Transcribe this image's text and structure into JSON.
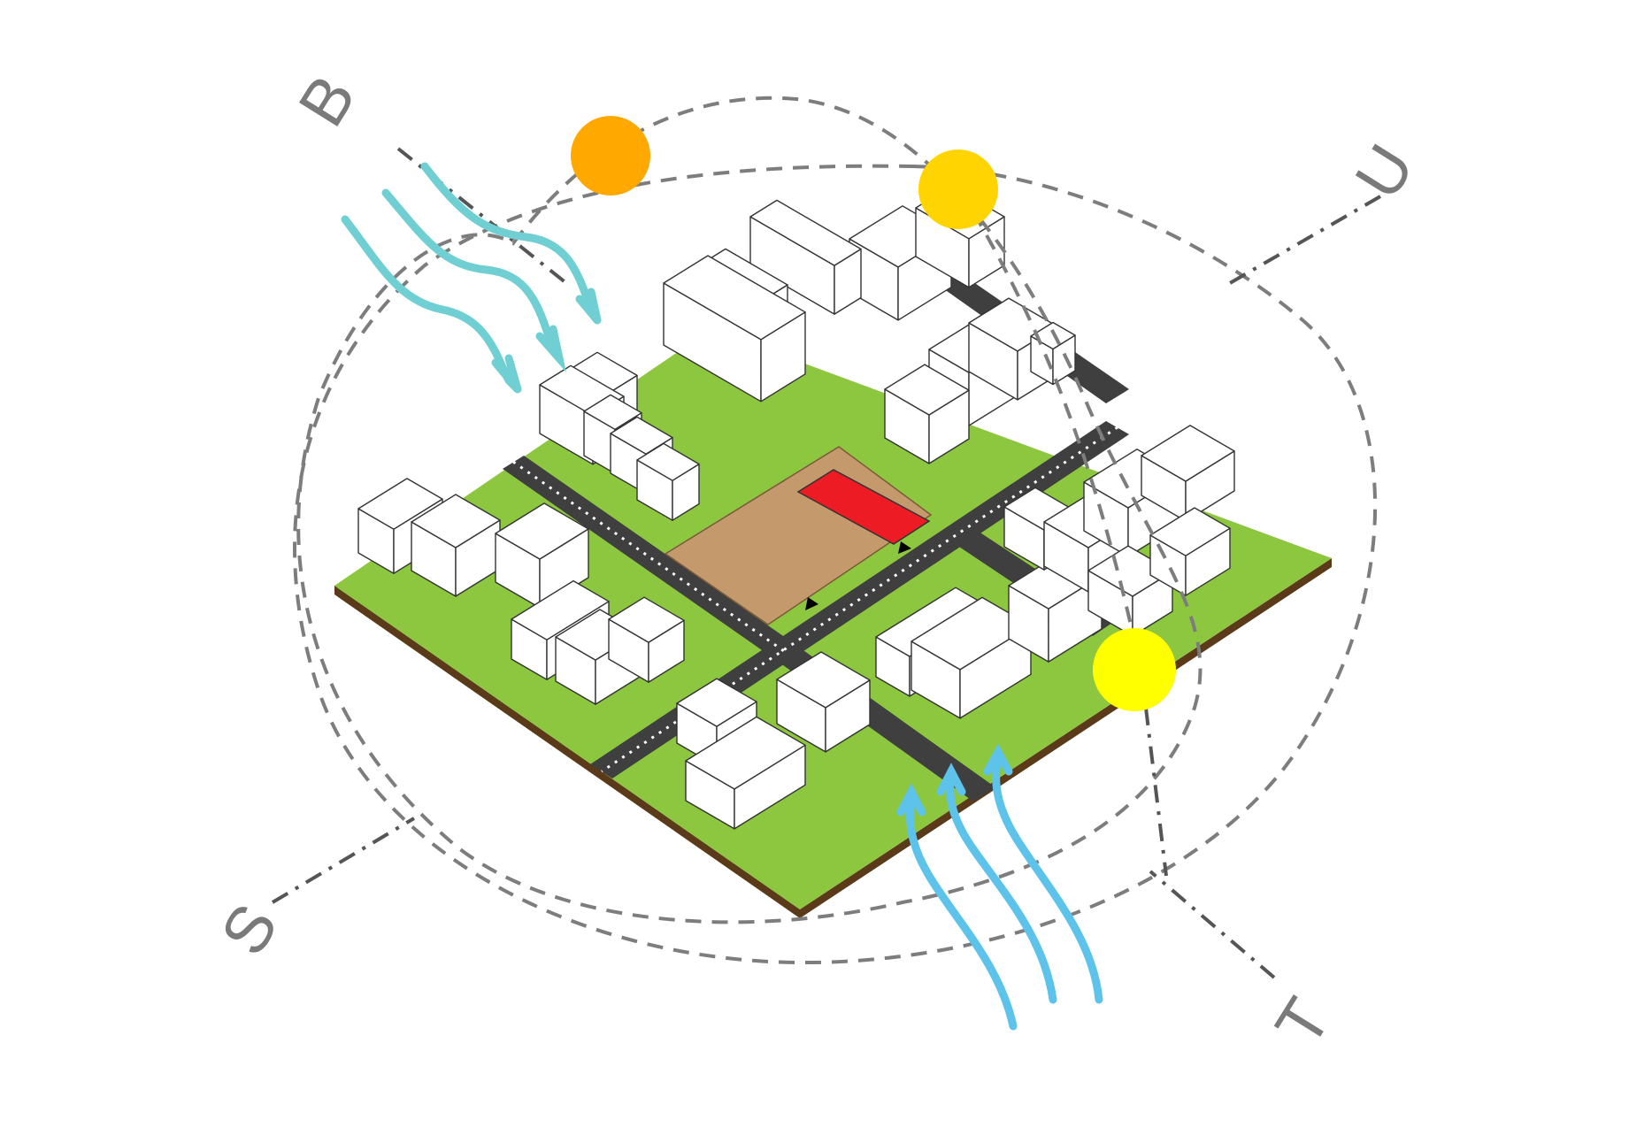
{
  "compass": {
    "north_label": "U",
    "south_label": "S",
    "east_label": "T",
    "west_label": "B"
  },
  "icons": {
    "sun_morning": "sun-icon",
    "sun_noon": "sun-icon",
    "sun_evening": "sun-icon",
    "wind": "wind-icon",
    "direction_arrow": "arrow-icon"
  },
  "colors": {
    "grass": "#8dc63f",
    "soil_edge": "#5b3a1a",
    "road": "#3f3f3f",
    "road_marking": "#ffffff",
    "site_plot": "#c49a6c",
    "highlight_building": "#ed1c24",
    "building": "#ffffff",
    "sun_morning": "#ffa800",
    "sun_noon": "#ffd400",
    "sun_evening": "#ffff00",
    "wind_northwest": "#6fcfd3",
    "wind_south": "#5ec3ea",
    "path_lines": "#7d7d7d"
  }
}
